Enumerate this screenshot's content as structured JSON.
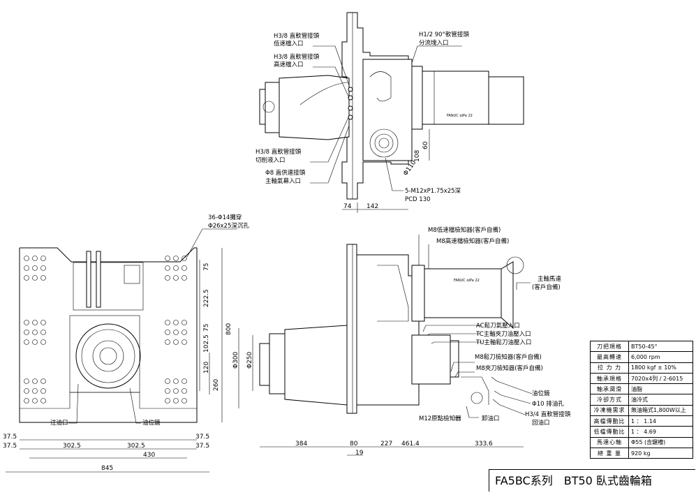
{
  "top_view": {
    "labels": {
      "low_speed_inlet": [
        "H3/8 直軟管接頭",
        "低速檔入口"
      ],
      "high_speed_inlet": [
        "H3/8 直軟管接頭",
        "高速檔入口"
      ],
      "splitter_inlet": [
        "H1/2 90°軟管接頭",
        "分流塊入口"
      ],
      "cutting_fluid_inlet": [
        "H3/8 直軟管接頭",
        "切削液入口"
      ],
      "spindle_air_inlet": [
        "Φ8 直供連接頭",
        "主軸氣幕入口"
      ],
      "bolt_spec": [
        "5-M12xP1.75x25深",
        "PCD 130"
      ],
      "motor_plate": "FANUC αiPa 22"
    },
    "dims": {
      "d60": "60",
      "d108": "108",
      "d110": "Φ110",
      "d74": "74",
      "d142": "142"
    }
  },
  "front_view": {
    "holes": [
      "36-Φ14攤穿",
      "Φ26x25深沉孔"
    ],
    "dims": {
      "v75a": "75",
      "v2225": "222.5",
      "v75b": "75",
      "v1025": "102.5",
      "v120": "120",
      "v800": "800",
      "v260": "260",
      "h375a": "37.5",
      "h375b": "37.5",
      "h375c": "37.5",
      "h375d": "37.5",
      "h3025a": "302.5",
      "h3025b": "302.5",
      "h430": "430",
      "h845": "845"
    },
    "oil_inlet": "注油口",
    "oil_gauge": "油位鏡"
  },
  "side_view": {
    "labels": {
      "m8_low": "M8低速檔檢知器(客戶自備)",
      "m8_high": "M8高速檔檢知器(客戶自備)",
      "spindle_motor": [
        "主軸馬達",
        "(客戶自備)"
      ],
      "ac": "AC鬆刀氣壓入口",
      "tc": "TC主軸夾刀油壓入口",
      "tu": "TU主軸鬆刀油壓入口",
      "m8_release": "M8鬆刀檢知器(客戶自備)",
      "m8_clamp": "M8夾刀檢知器(客戶自備)",
      "oil_gauge": "油位鏡",
      "drain": "Φ10 排油孔",
      "return": [
        "H3/4 直軟管接頭",
        "回油口"
      ],
      "m12_origin": "M12原點檢知器",
      "unload": "卸油口",
      "motor_plate": "FANUC αiPa 22"
    },
    "dims": {
      "d300": "Φ300",
      "d250": "Φ250",
      "h384": "384",
      "h80": "80",
      "h227": "227",
      "h4614": "461.4",
      "h3336": "333.6",
      "h19": "19"
    }
  },
  "specs": [
    {
      "k": "刀把規格",
      "v": "BT50-45°"
    },
    {
      "k": "最高轉速",
      "v": "6,000 rpm"
    },
    {
      "k": "拉 力 力",
      "v": "1800 kgf ± 10%"
    },
    {
      "k": "軸承規格",
      "v": "7020x4列 / 2-6015"
    },
    {
      "k": "軸承潤滑",
      "v": "油脂"
    },
    {
      "k": "冷卻方式",
      "v": "油冷式"
    },
    {
      "k": "冷凍機需求",
      "v": "無油箱式1,800W以上"
    },
    {
      "k": "高檔傳動比",
      "v": "1 ： 1.14"
    },
    {
      "k": "低檔傳動比",
      "v": "1 ： 4.69"
    },
    {
      "k": "馬達心軸",
      "v": "Φ55 (含鍵槽)"
    },
    {
      "k": "總 重 量",
      "v": "920 kg"
    }
  ],
  "title": "FA5BC系列　BT50 臥式齒輪箱"
}
